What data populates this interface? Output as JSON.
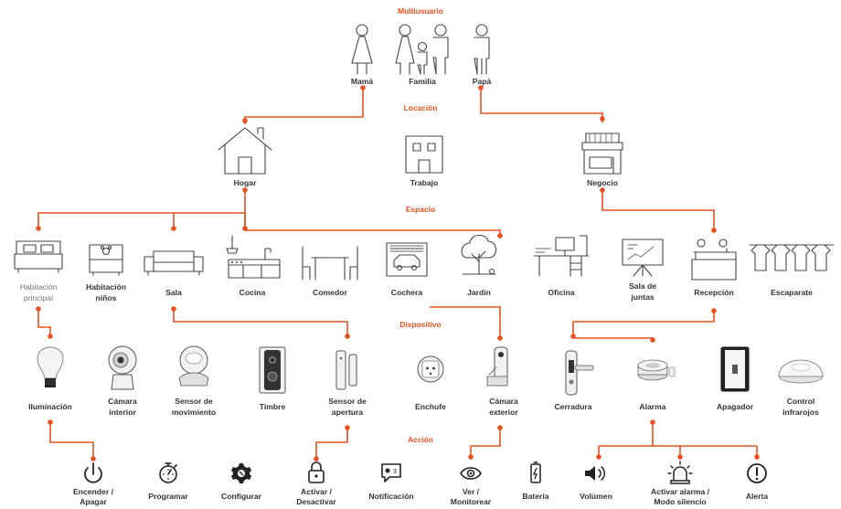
{
  "sections": {
    "multiusuario": "Multiusuario",
    "locacion": "Locación",
    "espacio": "Espacio",
    "dispositivo": "Dispositivo",
    "accion": "Acción"
  },
  "users": [
    {
      "icon": "woman-icon",
      "label": "Mamá"
    },
    {
      "icon": "family-icon",
      "label": "Familia"
    },
    {
      "icon": "man-icon",
      "label": "Papá"
    }
  ],
  "locations": [
    {
      "icon": "house-icon",
      "label": "Hogar"
    },
    {
      "icon": "office-building-icon",
      "label": "Trabajo"
    },
    {
      "icon": "store-icon",
      "label": "Negocio"
    }
  ],
  "spaces": [
    {
      "icon": "double-bed-icon",
      "label": [
        "Habitación",
        "principal"
      ],
      "muted": true
    },
    {
      "icon": "kids-bed-icon",
      "label": [
        "Habitación",
        "niños"
      ]
    },
    {
      "icon": "sofa-icon",
      "label": [
        "Sala"
      ]
    },
    {
      "icon": "kitchen-icon",
      "label": [
        "Cocina"
      ]
    },
    {
      "icon": "dining-table-icon",
      "label": [
        "Comedor"
      ]
    },
    {
      "icon": "garage-icon",
      "label": [
        "Cochera"
      ]
    },
    {
      "icon": "tree-icon",
      "label": [
        "Jardín"
      ]
    },
    {
      "icon": "desk-icon",
      "label": [
        "Oficina"
      ]
    },
    {
      "icon": "presentation-board-icon",
      "label": [
        "Sala de",
        "juntas"
      ]
    },
    {
      "icon": "reception-desk-icon",
      "label": [
        "Recepción"
      ]
    },
    {
      "icon": "clothes-rack-icon",
      "label": [
        "Escaparate"
      ]
    }
  ],
  "devices": [
    {
      "icon": "light-bulb-icon",
      "label": [
        "Iluminación"
      ]
    },
    {
      "icon": "indoor-camera-icon",
      "label": [
        "Cámara",
        "interior"
      ]
    },
    {
      "icon": "motion-sensor-icon",
      "label": [
        "Sensor de",
        "movimiento"
      ]
    },
    {
      "icon": "doorbell-icon",
      "label": [
        "Timbre"
      ]
    },
    {
      "icon": "door-sensor-icon",
      "label": [
        "Sensor de",
        "apertura"
      ]
    },
    {
      "icon": "smart-plug-icon",
      "label": [
        "Enchufe"
      ]
    },
    {
      "icon": "outdoor-camera-icon",
      "label": [
        "Cámara",
        "exterior"
      ]
    },
    {
      "icon": "smart-lock-icon",
      "label": [
        "Cerradura"
      ]
    },
    {
      "icon": "alarm-siren-icon",
      "label": [
        "Alarma"
      ]
    },
    {
      "icon": "wall-switch-icon",
      "label": [
        "Apagador"
      ]
    },
    {
      "icon": "ir-controller-icon",
      "label": [
        "Control",
        "infrarojos"
      ]
    }
  ],
  "actions": [
    {
      "icon": "power-icon",
      "label": [
        "Encender /",
        "Apagar"
      ]
    },
    {
      "icon": "stopwatch-icon",
      "label": [
        "Programar"
      ]
    },
    {
      "icon": "settings-gear-icon",
      "label": [
        "Configurar"
      ]
    },
    {
      "icon": "padlock-icon",
      "label": [
        "Activar /",
        "Desactivar"
      ]
    },
    {
      "icon": "notification-bubble-icon",
      "label": [
        "Notificación"
      ],
      "badge": "3"
    },
    {
      "icon": "eye-icon",
      "label": [
        "Ver /",
        "Monitorear"
      ]
    },
    {
      "icon": "battery-icon",
      "label": [
        "Batería"
      ]
    },
    {
      "icon": "speaker-volume-icon",
      "label": [
        "Volúmen"
      ]
    },
    {
      "icon": "siren-light-icon",
      "label": [
        "Activar alarma /",
        "Modo silencio"
      ]
    },
    {
      "icon": "alert-circle-icon",
      "label": [
        "Alerta"
      ]
    }
  ],
  "colors": {
    "accent": "#e8501f",
    "line": "#444444",
    "text": "#333333",
    "muted_text": "#777777",
    "background": "#ffffff"
  }
}
